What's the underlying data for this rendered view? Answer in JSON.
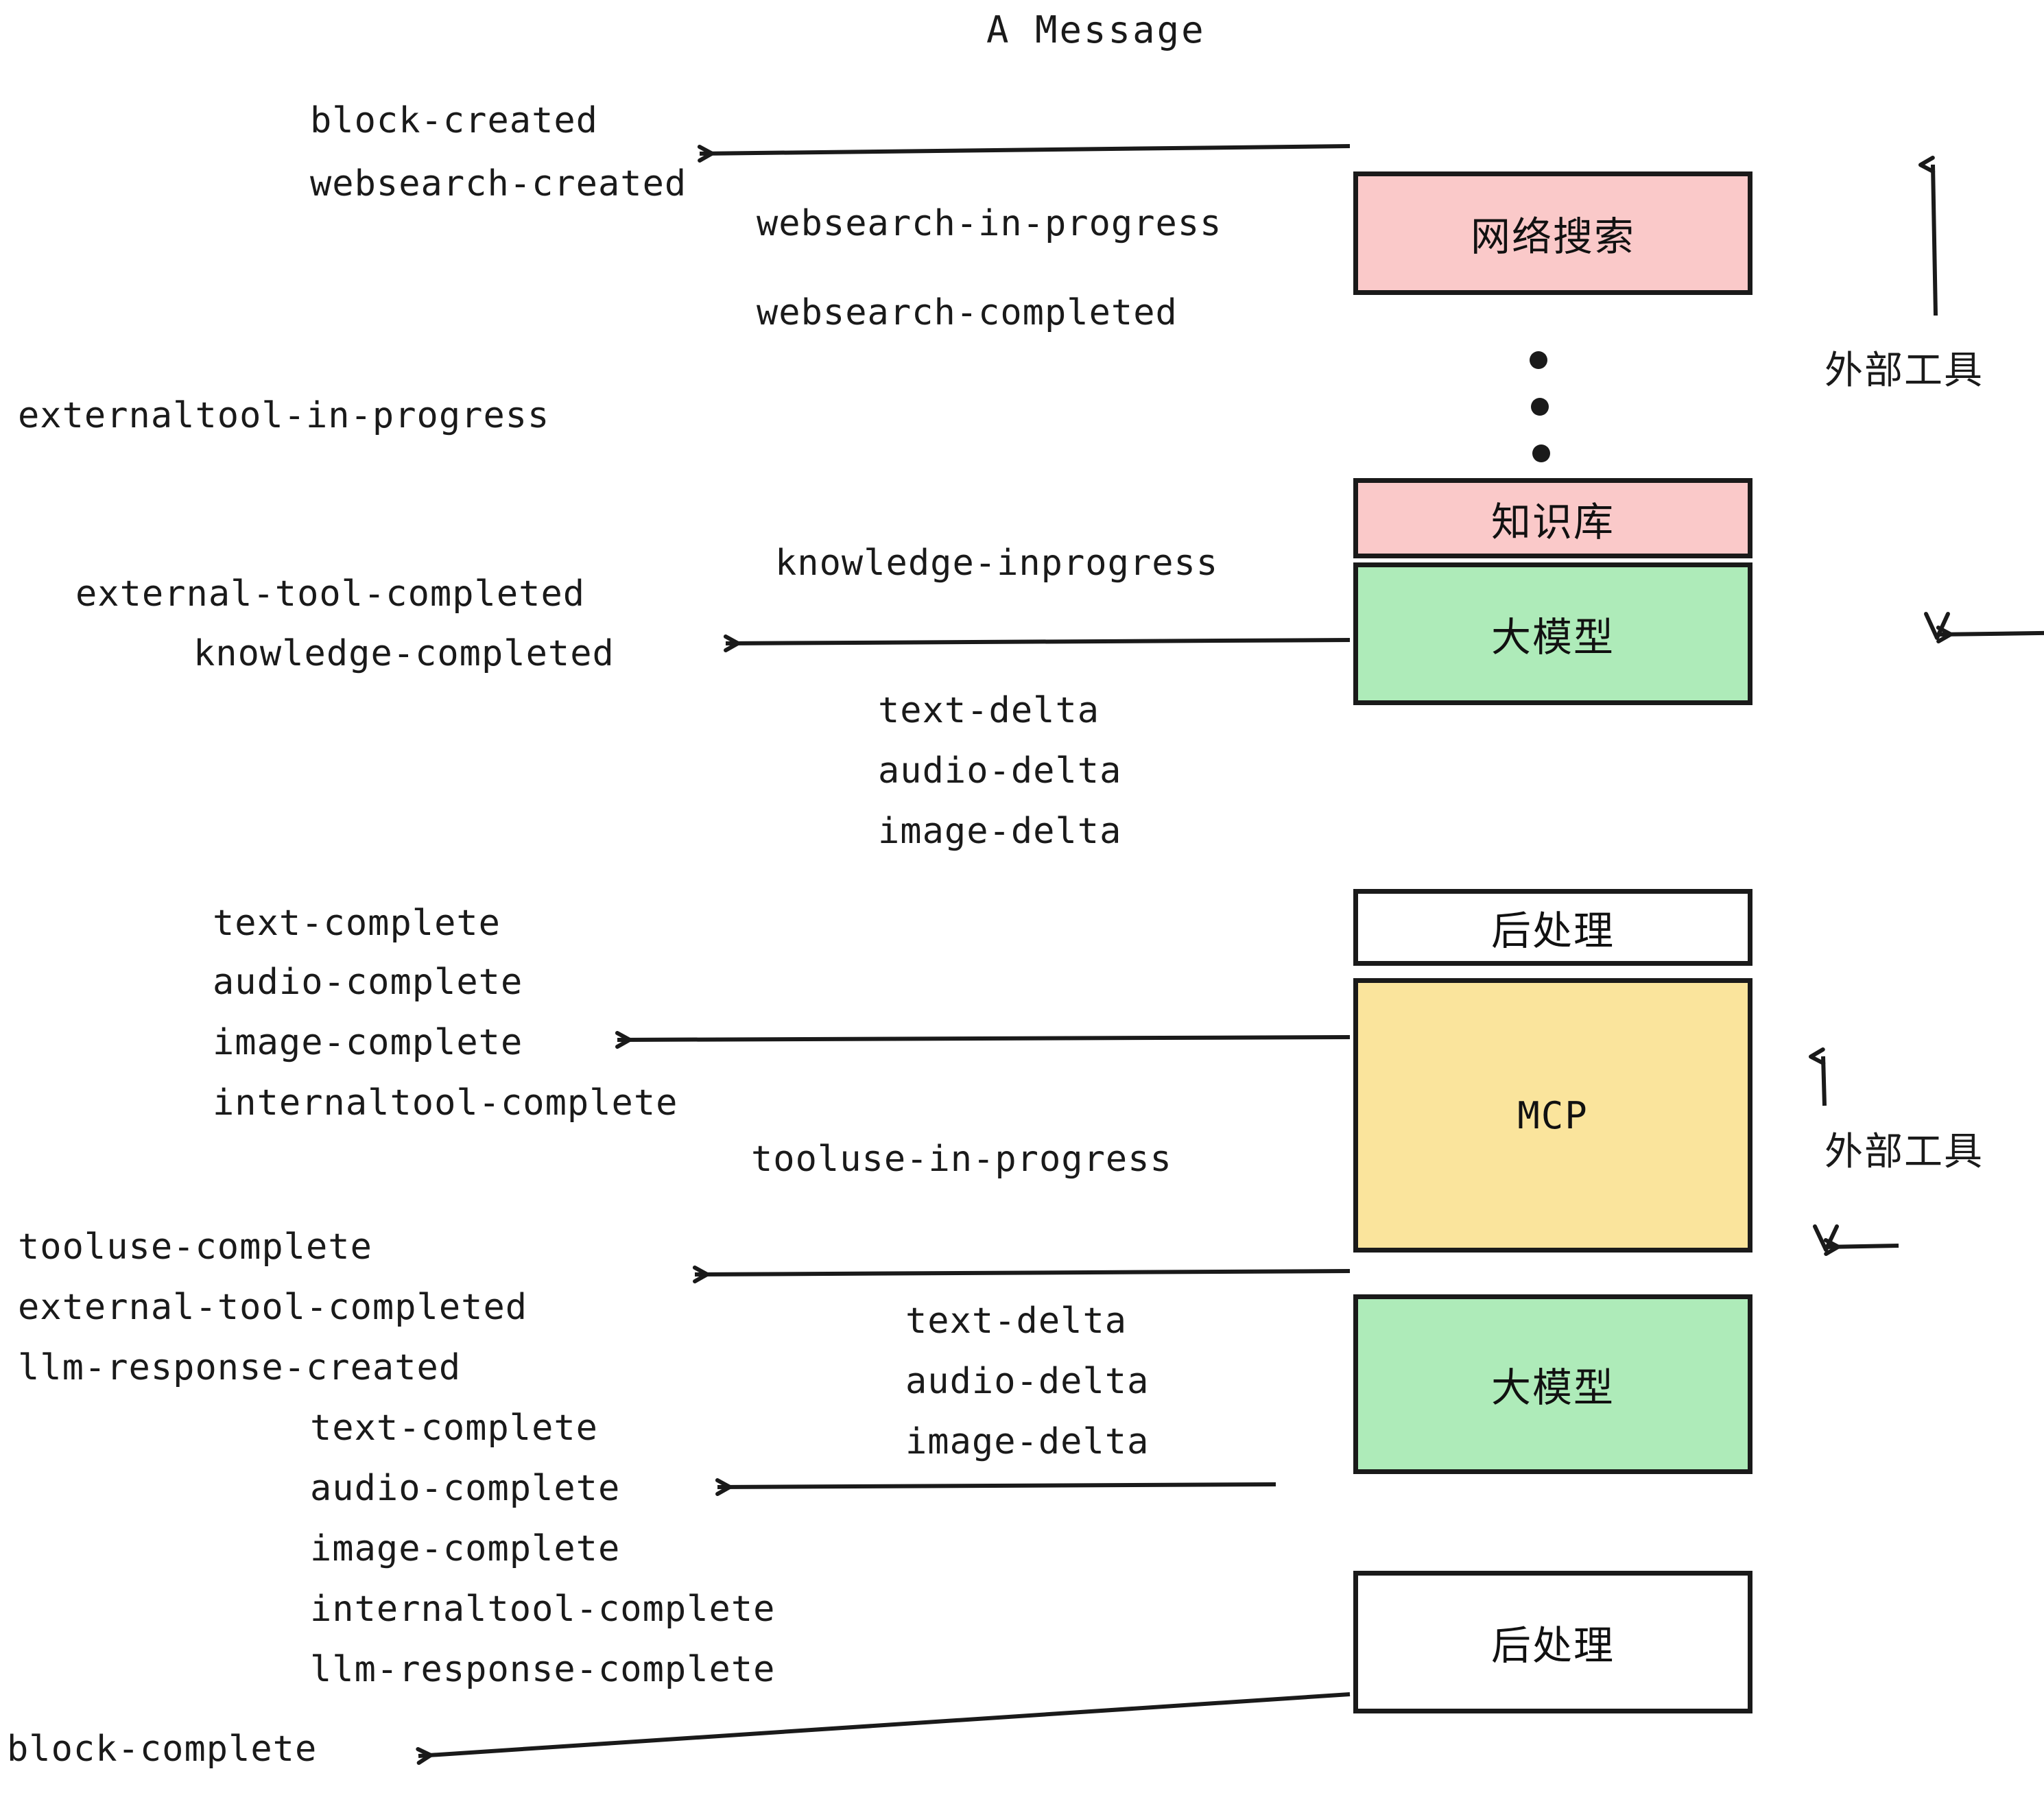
{
  "title": "A Message",
  "colors": {
    "external_tool_fill": "#fac9c9",
    "llm_fill": "#aeebb9",
    "mcp_fill": "#fae49c",
    "postprocess_fill": "#ffffff",
    "stroke": "#1a1a1a",
    "background": "#ffffff"
  },
  "nodes": [
    {
      "id": "websearch",
      "label": "网络搜索",
      "fill_key": "external_tool_fill"
    },
    {
      "id": "knowledge",
      "label": "知识库",
      "fill_key": "external_tool_fill"
    },
    {
      "id": "llm-1",
      "label": "大模型",
      "fill_key": "llm_fill"
    },
    {
      "id": "postproc-1",
      "label": "后处理",
      "fill_key": "postprocess_fill"
    },
    {
      "id": "mcp",
      "label": "MCP",
      "fill_key": "mcp_fill"
    },
    {
      "id": "llm-2",
      "label": "大模型",
      "fill_key": "llm_fill"
    },
    {
      "id": "postproc-2",
      "label": "后处理",
      "fill_key": "postprocess_fill"
    }
  ],
  "group_labels": [
    {
      "id": "external-tools-top",
      "label": "外部工具"
    },
    {
      "id": "external-tools-bottom",
      "label": "外部工具"
    }
  ],
  "events": {
    "block_created": "block-created",
    "websearch_created": "websearch-created",
    "websearch_in_progress": "websearch-in-progress",
    "websearch_completed": "websearch-completed",
    "externaltool_in_progress": "externaltool-in-progress",
    "knowledge_inprogress": "knowledge-inprogress",
    "external_tool_completed_1": "external-tool-completed",
    "knowledge_completed": "knowledge-completed",
    "text_delta_1": "text-delta",
    "audio_delta_1": "audio-delta",
    "image_delta_1": "image-delta",
    "text_complete_1": "text-complete",
    "audio_complete_1": "audio-complete",
    "image_complete_1": "image-complete",
    "internaltool_complete_1": "internaltool-complete",
    "tooluse_in_progress": "tooluse-in-progress",
    "tooluse_complete": "tooluse-complete",
    "external_tool_completed_2": "external-tool-completed",
    "llm_response_created": "llm-response-created",
    "text_delta_2": "text-delta",
    "audio_delta_2": "audio-delta",
    "image_delta_2": "image-delta",
    "text_complete_2": "text-complete",
    "audio_complete_2": "audio-complete",
    "image_complete_2": "image-complete",
    "internaltool_complete_2": "internaltool-complete",
    "llm_response_complete": "llm-response-complete",
    "block_complete": "block-complete"
  }
}
